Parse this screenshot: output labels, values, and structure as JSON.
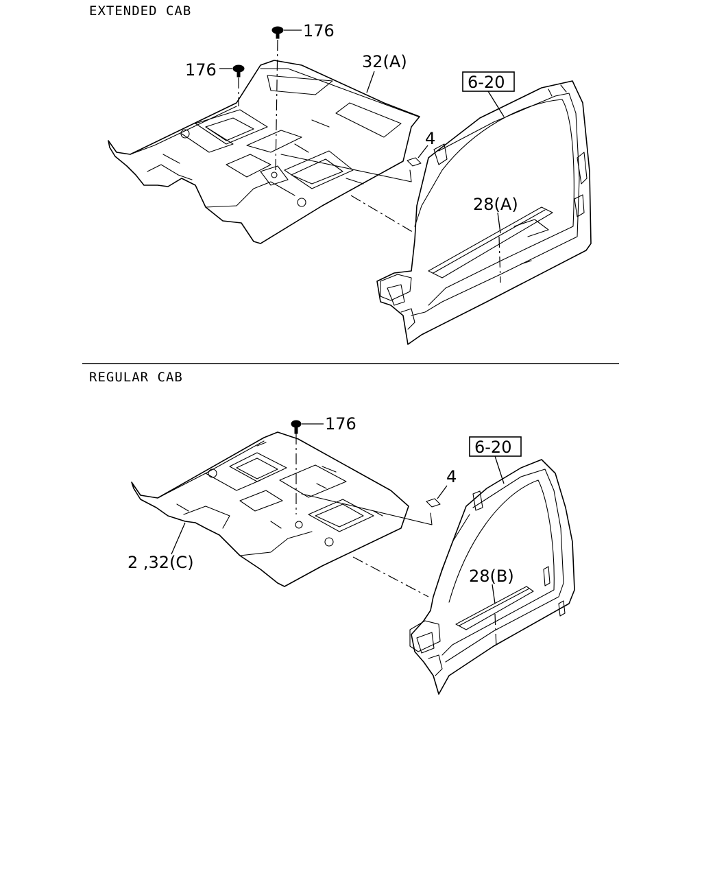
{
  "sections": {
    "extended": {
      "title": "EXTENDED CAB",
      "labels": {
        "bolt_top": "176",
        "bolt_left": "176",
        "carpet": "32(A)",
        "pad": "4",
        "ref": "6-20",
        "sill": "28(A)"
      }
    },
    "regular": {
      "title": "REGULAR CAB",
      "labels": {
        "bolt_top": "176",
        "pad": "4",
        "ref": "6-20",
        "sill": "28(B)",
        "carpet": "2 ,32(C)"
      }
    }
  }
}
